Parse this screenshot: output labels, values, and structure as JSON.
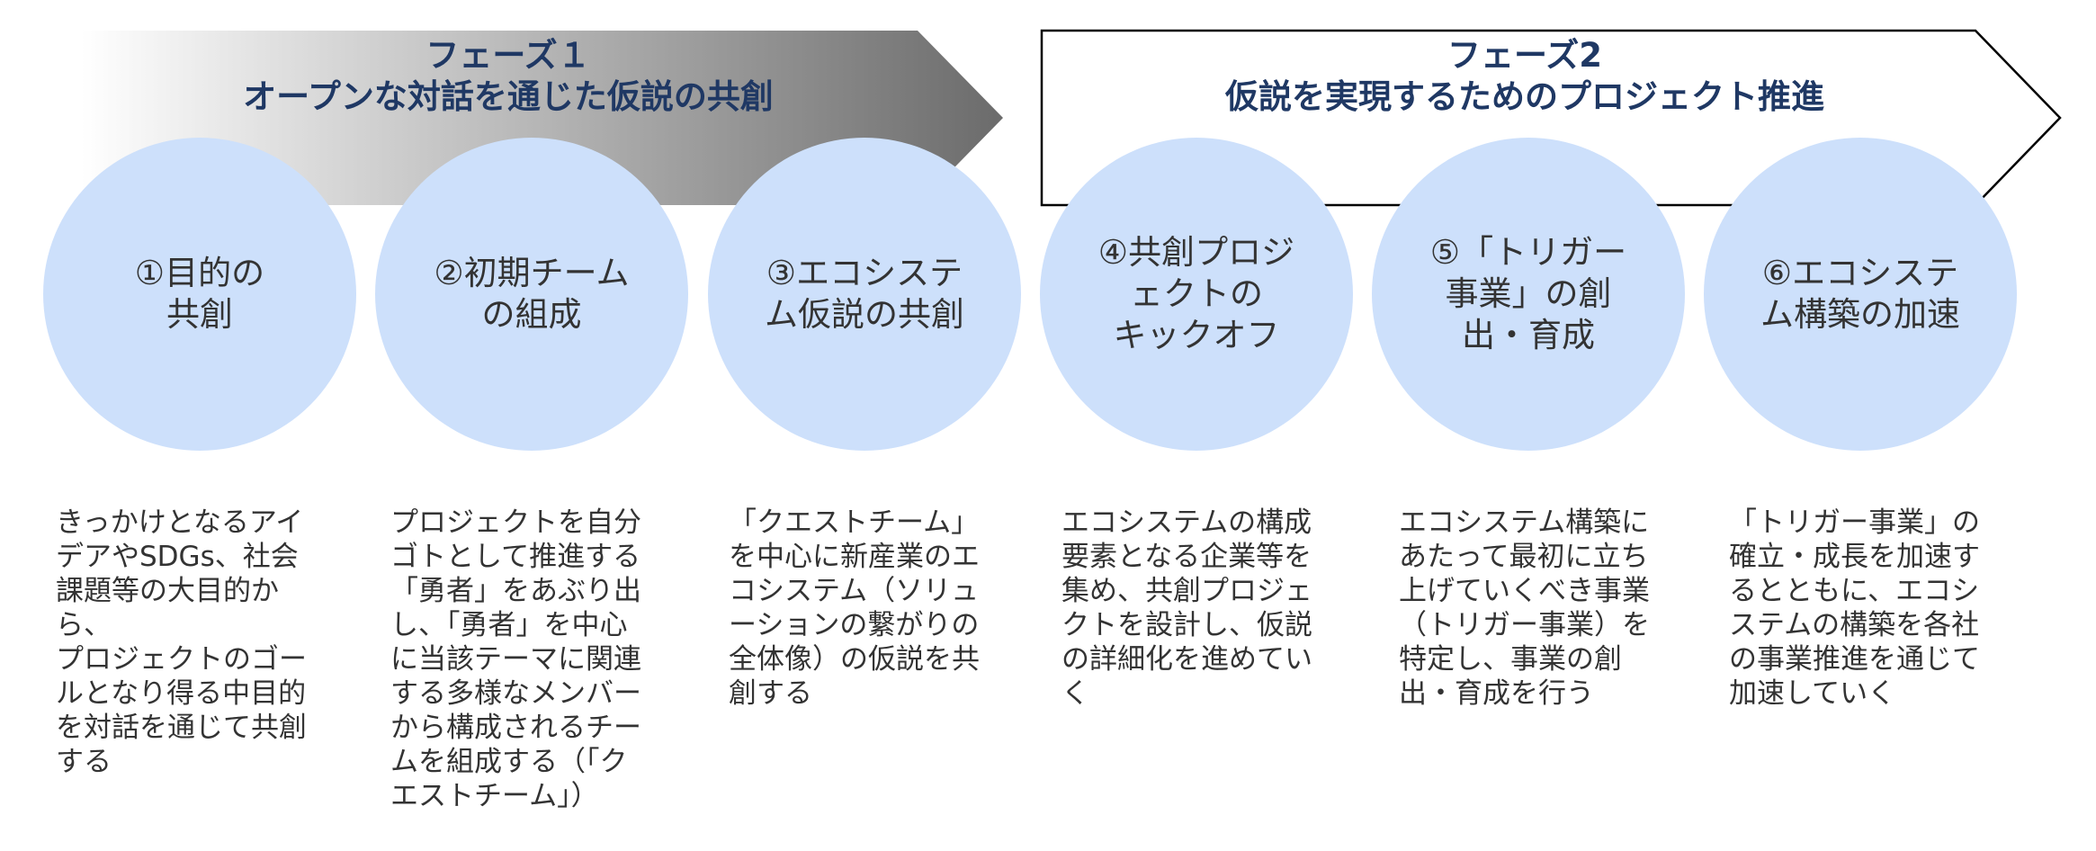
{
  "colors": {
    "phase1_arrow_start": "#ffffff",
    "phase1_arrow_end": "#6b6b6b",
    "phase2_arrow_stroke": "#000000",
    "circle_fill": "#cde0fb",
    "title_text": "#1f3864",
    "body_text": "#333333"
  },
  "phases": [
    {
      "title_line1": "フェーズ１",
      "title_line2": "オープンな対話を通じた仮説の共創"
    },
    {
      "title_line1": "フェーズ2",
      "title_line2": "仮説を実現するためのプロジェクト推進"
    }
  ],
  "steps": [
    {
      "label": "①目的の\n共創",
      "description": "きっかけとなるアイ\nデアやSDGs、社会\n課題等の大目的から、\nプロジェクトのゴー\nルとなり得る中目的\nを対話を通じて共創\nする"
    },
    {
      "label": "②初期チーム\nの組成",
      "description": "プロジェクトを自分\nゴトとして推進する\n「勇者」をあぶり出\nし、「勇者」を中心\nに当該テーマに関連\nする多様なメンバー\nから構成されるチー\nムを組成する（「ク\nエストチーム」）"
    },
    {
      "label": "③エコシステ\nム仮説の共創",
      "description": "「クエストチーム」\nを中心に新産業のエ\nコシステム（ソリュ\nーションの繋がりの\n全体像）の仮説を共\n創する"
    },
    {
      "label": "④共創プロジ\nェクトの\nキックオフ",
      "description": "エコシステムの構成\n要素となる企業等を\n集め、共創プロジェ\nクトを設計し、仮説\nの詳細化を進めてい\nく"
    },
    {
      "label": "⑤「トリガー\n事業」の創\n出・育成",
      "description": "エコシステム構築に\nあたって最初に立ち\n上げていくべき事業\n（トリガー事業）を\n特定し、事業の創\n出・育成を行う"
    },
    {
      "label": "⑥エコシステ\nム構築の加速",
      "description": "「トリガー事業」の\n確立・成長を加速す\nるとともに、エコシ\nステムの構築を各社\nの事業推進を通じて\n加速していく"
    }
  ]
}
